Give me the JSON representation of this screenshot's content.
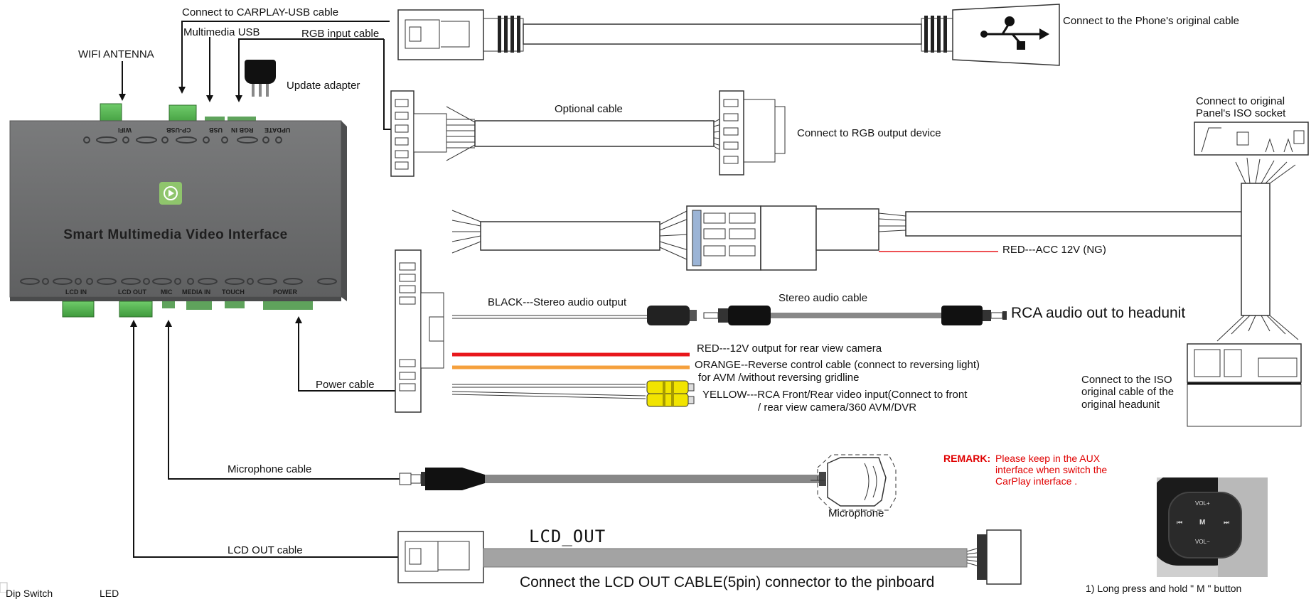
{
  "device": {
    "title": "Smart Multimedia Video Interface",
    "top_ports": {
      "wifi": "WIFI",
      "cp_usb": "CP-USB",
      "usb": "USB",
      "rgb_in": "RGB IN",
      "update": "UPDATE"
    },
    "bottom_ports": {
      "lcd_in": "LCD IN",
      "lcd_out": "LCD OUT",
      "mic": "MIC",
      "media_in": "MEDIA IN",
      "touch": "TOUCH",
      "power": "POWER"
    },
    "icon": "carplay-play-icon"
  },
  "labels": {
    "wifi_antenna": "WIFI ANTENNA",
    "carplay_usb": "Connect to CARPLAY-USB cable",
    "multimedia_usb": "Multimedia USB",
    "rgb_input": "RGB input cable",
    "update_adapter": "Update adapter",
    "phone_cable": "Connect to the Phone's original cable",
    "optional_cable": "Optional cable",
    "rgb_output": "Connect to RGB output device",
    "iso_socket": "Connect to original Panel's ISO socket",
    "red_acc": "RED---ACC 12V (NG)",
    "black_stereo": "BLACK---Stereo audio output",
    "stereo_cable": "Stereo audio cable",
    "rca_audio": "RCA audio out to headunit",
    "red_12v": "RED---12V output for rear view camera",
    "orange_1": "ORANGE--Reverse control cable (connect to reversing light)",
    "orange_2": "for AVM /without reversing gridline",
    "yellow_1": "YELLOW---RCA Front/Rear video input(Connect to front",
    "yellow_2": "/ rear view camera/360 AVM/DVR",
    "power_cable": "Power cable",
    "iso_headunit": "Connect to the ISO original cable of the original headunit",
    "remark_key": "REMARK:",
    "remark_text": "Please keep in the AUX interface when switch the CarPlay interface .",
    "microphone_cable": "Microphone cable",
    "microphone": "Microphone",
    "lcd_out_cable": "LCD OUT cable",
    "lcd_out_tag": "LCD_OUT",
    "lcd_connect": "Connect the LCD OUT CABLE(5pin) connector to the pinboard",
    "dip_switch": "Dip Switch",
    "led": "LED",
    "long_press": "1) Long press and hold \"        M         \" button"
  },
  "steering_wheel": {
    "vol_up": "VOL+",
    "vol_down": "VOL−",
    "mode": "M",
    "prev": "⏮",
    "next": "⏭"
  },
  "colors": {
    "device_body": "#6e6f70",
    "connector_green": "#5cb85c",
    "red_wire": "#e8171b",
    "orange_wire": "#f5a03c",
    "rca_yellow": "#f1e400",
    "remark_red": "#e00000"
  }
}
